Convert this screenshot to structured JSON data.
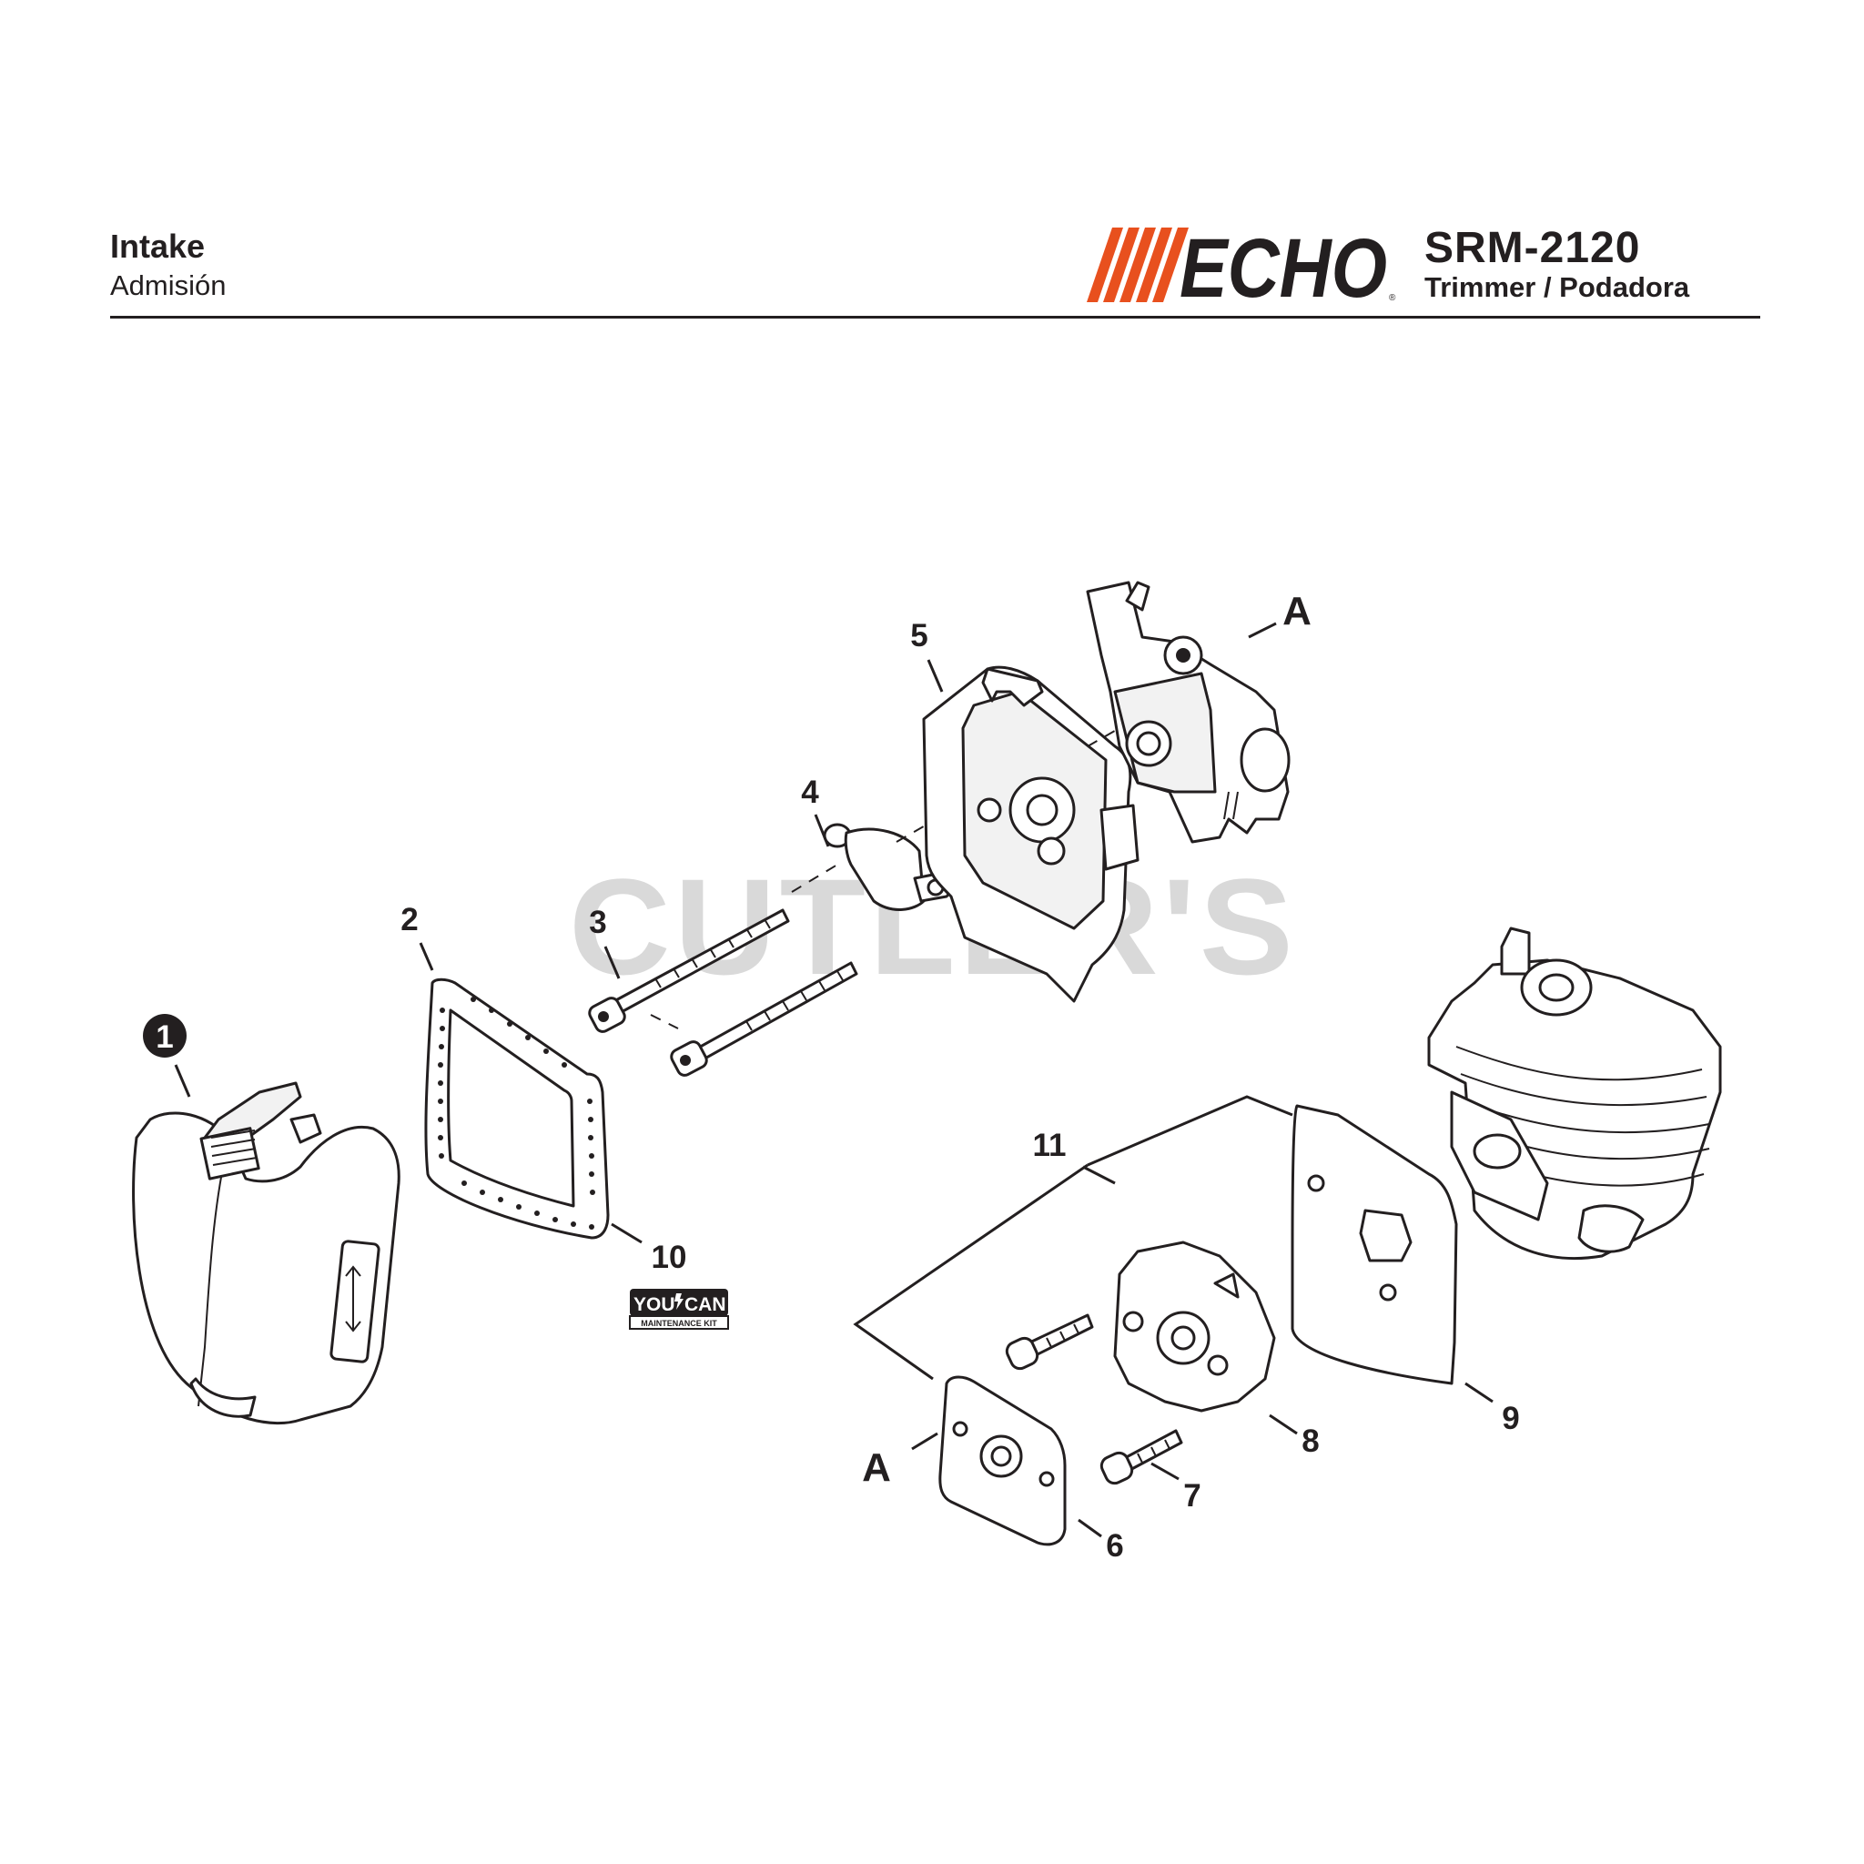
{
  "header": {
    "title": "Intake",
    "subtitle": "Admisión",
    "brand": "ECHO",
    "model": "SRM-2120",
    "product": "Trimmer / Podadora"
  },
  "watermark": "CUTLER'S",
  "callouts": {
    "n1": "1",
    "n2": "2",
    "n3": "3",
    "n4": "4",
    "n5": "5",
    "n6": "6",
    "n7": "7",
    "n8": "8",
    "n9": "9",
    "n10": "10",
    "n11": "11",
    "refA_top": "A",
    "refA_bottom": "A"
  },
  "kit_badge": {
    "line1_left": "YOU",
    "line1_right": "CAN",
    "line2": "MAINTENANCE KIT"
  },
  "colors": {
    "brand_orange": "#e8501e",
    "ink": "#231f20",
    "watermark": "#d9d9d9"
  }
}
